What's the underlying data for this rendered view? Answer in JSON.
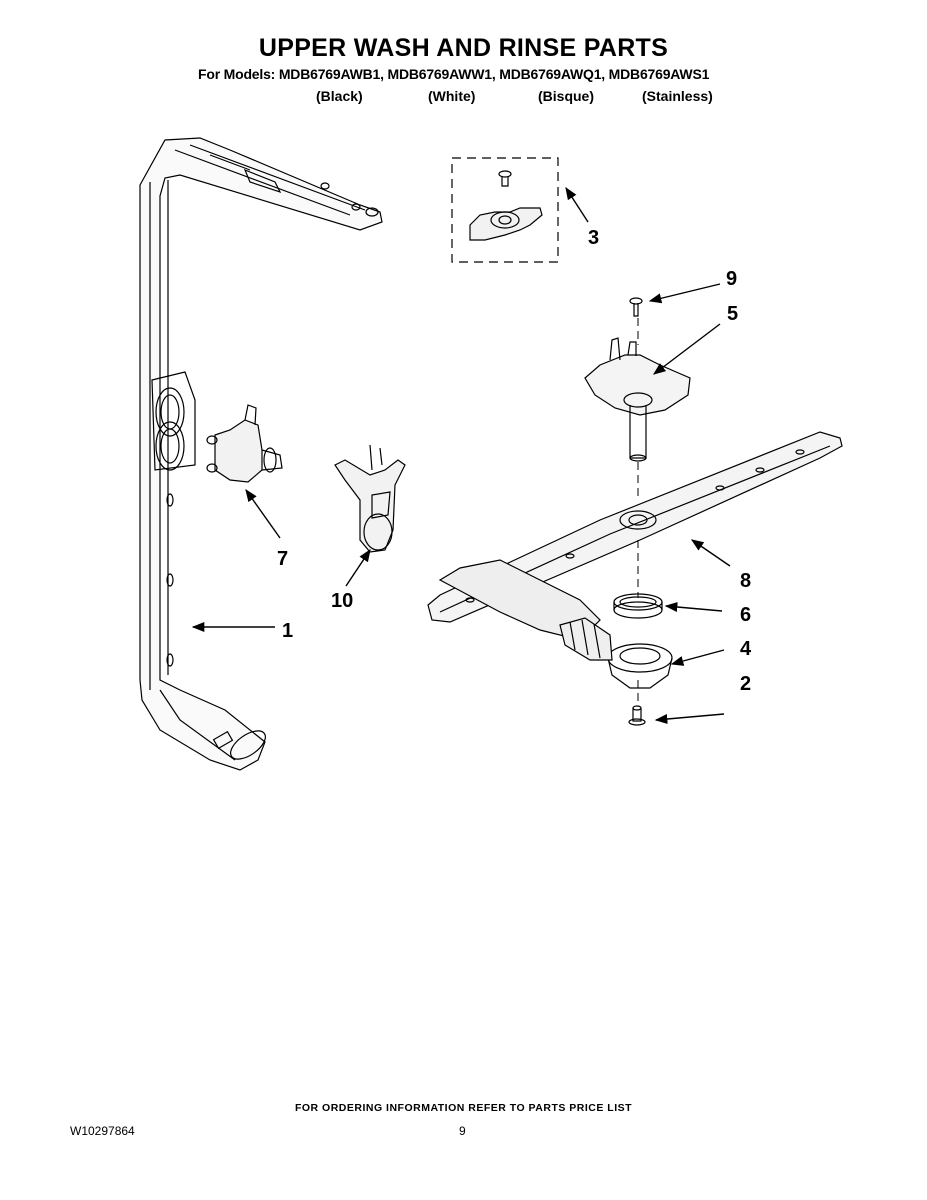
{
  "header": {
    "title": "UPPER WASH AND RINSE PARTS",
    "models": "For Models: MDB6769AWB1, MDB6769AWW1, MDB6769AWQ1, MDB6769AWS1",
    "colors": [
      "(Black)",
      "(White)",
      "(Bisque)",
      "(Stainless)"
    ]
  },
  "callouts": {
    "c1": "1",
    "c2": "2",
    "c3": "3",
    "c4": "4",
    "c5": "5",
    "c6": "6",
    "c7": "7",
    "c8": "8",
    "c9": "9",
    "c10": "10"
  },
  "footer": {
    "ordering_note": "FOR ORDERING INFORMATION REFER TO PARTS PRICE LIST",
    "document_number": "W10297864",
    "page_number": "9"
  }
}
